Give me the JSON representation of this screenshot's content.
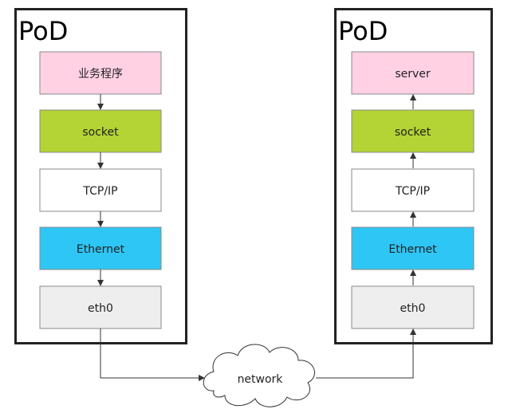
{
  "pods": [
    {
      "title": "PoD",
      "direction": "down",
      "layers": [
        {
          "label": "业务程序",
          "color": "#ffd1e3",
          "icon": ""
        },
        {
          "label": "socket",
          "color": "#b4d334"
        },
        {
          "label": "TCP/IP",
          "color": "#ffffff"
        },
        {
          "label": "Ethernet",
          "color": "#2ec6f5"
        },
        {
          "label": "eth0",
          "color": "#eeeeee"
        }
      ]
    },
    {
      "title": "PoD",
      "direction": "up",
      "layers": [
        {
          "label": "server",
          "color": "#ffd1e3"
        },
        {
          "label": "socket",
          "color": "#b4d334"
        },
        {
          "label": "TCP/IP",
          "color": "#ffffff"
        },
        {
          "label": "Ethernet",
          "color": "#2ec6f5"
        },
        {
          "label": "eth0",
          "color": "#eeeeee"
        }
      ]
    }
  ],
  "network": {
    "label": "network",
    "icon": "cloud-icon"
  }
}
